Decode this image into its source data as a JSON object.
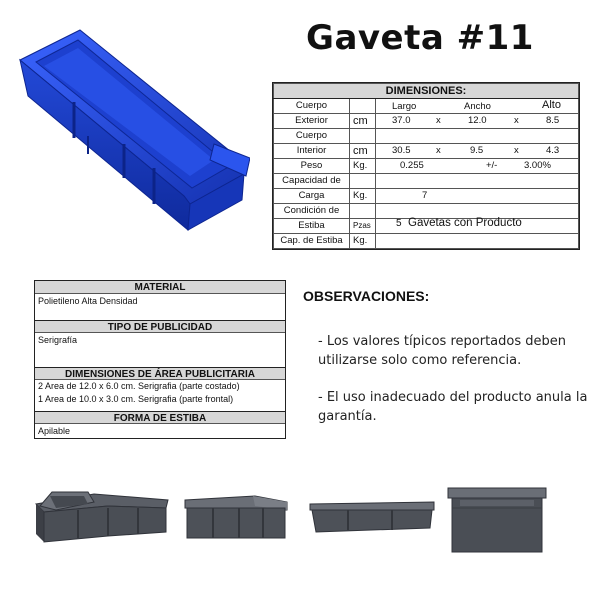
{
  "title": "Gaveta #11",
  "dimensions": {
    "header": "DIMENSIONES:",
    "col_headers": {
      "largo": "Largo",
      "ancho": "Ancho",
      "alto": "Alto"
    },
    "cuerpo_exterior": {
      "label1": "Cuerpo",
      "label2": "Exterior",
      "unit": "cm",
      "largo": "37.0",
      "ancho": "12.0",
      "alto": "8.5",
      "sep": "x"
    },
    "cuerpo_interior": {
      "label1": "Cuerpo",
      "label2": "Interior",
      "unit": "cm",
      "largo": "30.5",
      "ancho": "9.5",
      "alto": "4.3",
      "sep": "x"
    },
    "peso": {
      "label": "Peso",
      "unit": "Kg.",
      "value": "0.255",
      "tol_label": "+/-",
      "tol": "3.00%"
    },
    "capacidad": {
      "label1": "Capacidad de",
      "label2": "Carga",
      "unit": "Kg.",
      "value": "7"
    },
    "estiba": {
      "label1": "Condición de",
      "label2": "Estiba",
      "unit": "Pzas",
      "value": "5",
      "text": "Gavetas con Producto"
    },
    "cap_estiba": {
      "label": "Cap. de Estiba",
      "unit": "Kg."
    }
  },
  "material": {
    "header": "MATERIAL",
    "value": "Polietileno Alta Densidad",
    "publicidad_header": "TIPO DE PUBLICIDAD",
    "publicidad_value": "Serigrafía",
    "area_header": "DIMENSIONES DE ÁREA PUBLICITARIA",
    "area_1": "2 Area de 12.0 x 6.0 cm. Serigrafia (parte costado)",
    "area_2": "1 Area de 10.0 x 3.0 cm. Serigrafia (parte frontal)",
    "estiba_header": "FORMA DE ESTIBA",
    "estiba_value": "Apilable"
  },
  "observations": {
    "title": "OBSERVACIONES:",
    "item_1a": "- Los valores típicos reportados deben",
    "item_1b": "utilizarse solo como referencia.",
    "item_2a": "- El uso inadecuado  del producto anula la",
    "item_2b": "garantía."
  },
  "colors": {
    "bin_blue": "#1a3fc4",
    "bin_gray": "#4a4e55",
    "header_gray": "#d7d7d7"
  }
}
